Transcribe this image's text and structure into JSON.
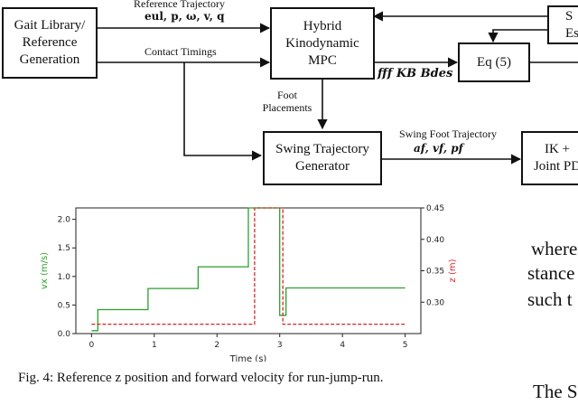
{
  "diagram": {
    "gait_library": "Gait Library/\nReference\nGeneration",
    "mpc": "Hybrid\nKinodynamic\nMPC",
    "state_estimation": "S\nEst",
    "eq5": "Eq (5)",
    "swing_traj_gen": "Swing Trajectory\nGenerator",
    "ik_pd": "IK +\nJoint PD",
    "reference_trajectory_label": "Reference Trajectory",
    "reference_trajectory_vars": "eul, p, ω, v, q",
    "contact_timings_label": "Contact Timings",
    "foot_placements_label": "Foot\nPlacements",
    "mpc_outputs": "fff  KB  Bdes",
    "swing_foot_traj_label": "Swing Foot Trajectory",
    "swing_foot_traj_vars": "af, vf, pf"
  },
  "chart_data": {
    "type": "line",
    "xlabel": "Time (s)",
    "ylabel_left": "vx (m/s)",
    "ylabel_right": "z (m)",
    "xlim": [
      -0.25,
      5.25
    ],
    "ylim_left": [
      0,
      2.2
    ],
    "ylim_right": [
      0.25,
      0.45
    ],
    "x_ticks": [
      "0",
      "1",
      "2",
      "3",
      "4",
      "5"
    ],
    "y_ticks_left": [
      "0.0",
      "0.5",
      "1.0",
      "1.5",
      "2.0"
    ],
    "y_ticks_right": [
      "0.30",
      "0.35",
      "0.40",
      "0.45"
    ],
    "series": [
      {
        "axis": "left",
        "color": "#2ca02c",
        "style": "solid",
        "x": [
          0.0,
          0.1,
          0.1,
          0.9,
          0.9,
          1.7,
          1.7,
          2.5,
          2.5,
          3.0,
          3.0,
          3.1,
          3.1,
          5.0
        ],
        "y": [
          0.05,
          0.05,
          0.42,
          0.42,
          0.79,
          0.79,
          1.17,
          1.17,
          2.2,
          2.2,
          0.32,
          0.32,
          0.8,
          0.8
        ]
      },
      {
        "axis": "right",
        "color": "#d62728",
        "style": "dashed",
        "x": [
          0.0,
          2.6,
          2.6,
          3.05,
          3.05,
          5.0
        ],
        "y": [
          0.265,
          0.265,
          0.45,
          0.45,
          0.265,
          0.265
        ]
      }
    ]
  },
  "caption": "Fig. 4: Reference z position and forward velocity for run-jump-run.",
  "side_text": [
    "where",
    "stance",
    "such t"
  ],
  "bottom_right_text": "The S"
}
